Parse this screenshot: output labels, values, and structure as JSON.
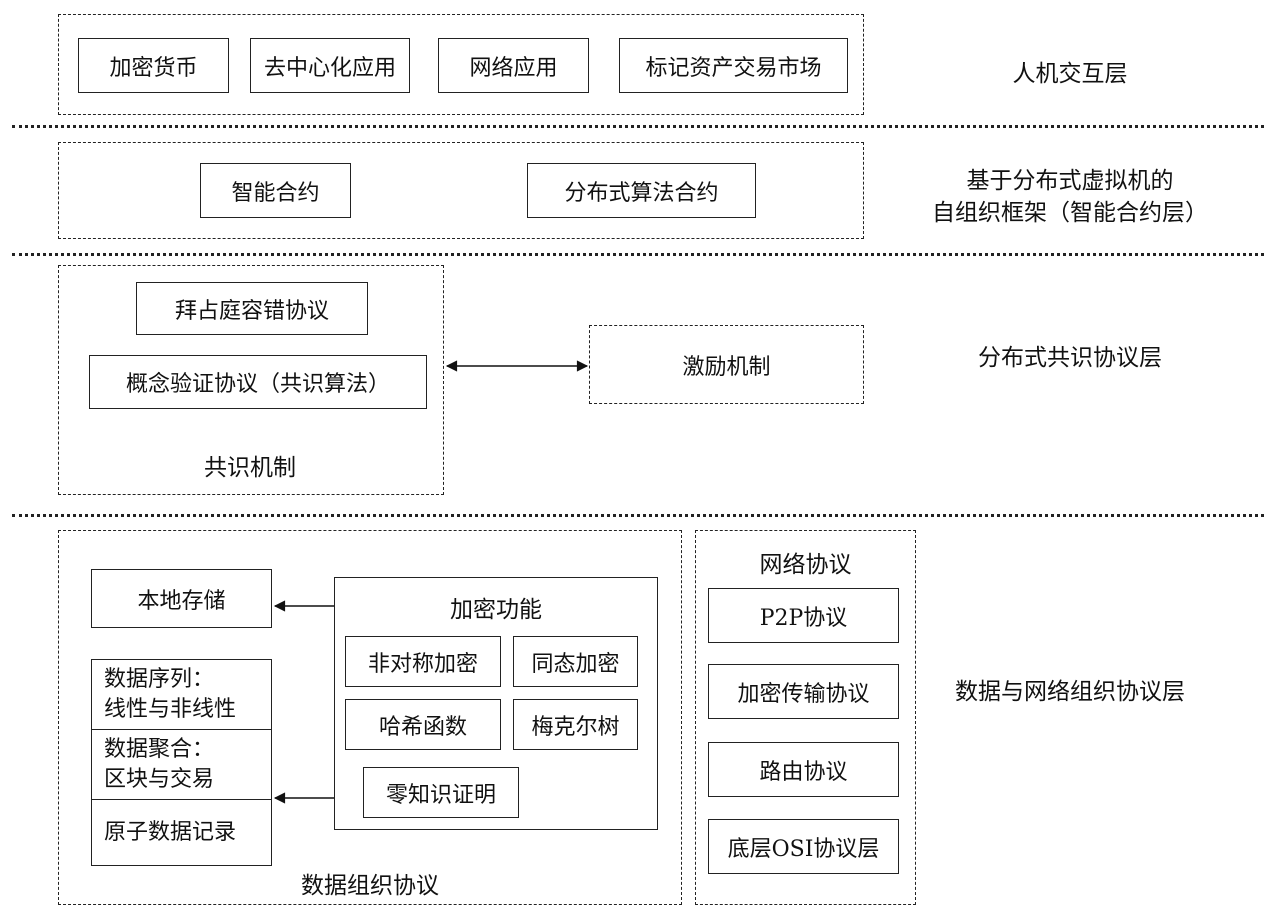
{
  "layer1": {
    "label": "人机交互层",
    "items": [
      "加密货币",
      "去中心化应用",
      "网络应用",
      "标记资产交易市场"
    ]
  },
  "layer2": {
    "label_line1": "基于分布式虚拟机的",
    "label_line2": "自组织框架（智能合约层）",
    "items": [
      "智能合约",
      "分布式算法合约"
    ]
  },
  "layer3": {
    "label": "分布式共识协议层",
    "consensus": {
      "title": "共识机制",
      "items": [
        "拜占庭容错协议",
        "概念验证协议（共识算法）"
      ]
    },
    "incentive": "激励机制"
  },
  "layer4": {
    "label": "数据与网络组织协议层",
    "data_org": {
      "title": "数据组织协议",
      "local_storage": "本地存储",
      "data_seq_1": "数据序列：",
      "data_seq_2": "线性与非线性",
      "data_agg_1": "数据聚合：",
      "data_agg_2": "区块与交易",
      "atomic": "原子数据记录",
      "crypto": {
        "title": "加密功能",
        "items": [
          "非对称加密",
          "同态加密",
          "哈希函数",
          "梅克尔树",
          "零知识证明"
        ]
      }
    },
    "network": {
      "title": "网络协议",
      "items": [
        "P2P协议",
        "加密传输协议",
        "路由协议",
        "底层OSI协议层"
      ]
    }
  }
}
